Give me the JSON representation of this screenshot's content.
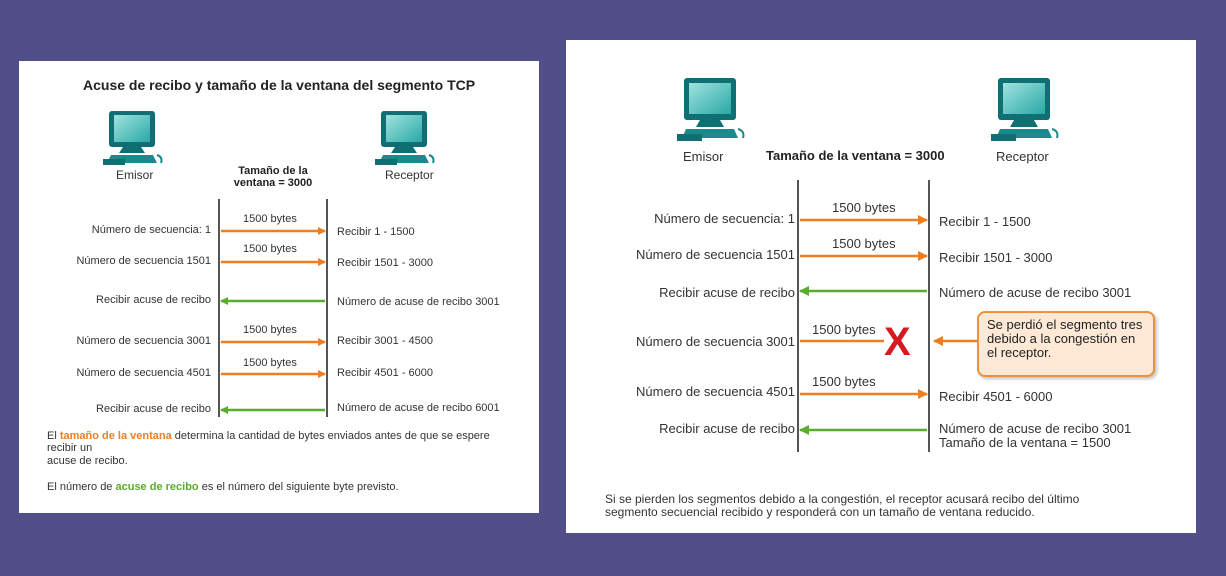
{
  "colors": {
    "background": "#524e8a",
    "send_arrow": "#f07d1e",
    "ack_arrow": "#5aac2d",
    "lost_x": "#d71920",
    "note_border": "#f0903a",
    "note_fill": "#fde9d6"
  },
  "left": {
    "title": "Acuse de recibo y tamaño de la ventana del segmento TCP",
    "sender_label": "Emisor",
    "receiver_label": "Receptor",
    "window_label_line1": "Tamaño de la",
    "window_label_line2": "ventana = 3000",
    "rows": [
      {
        "left": "Número de secuencia: 1",
        "bytes": "1500 bytes",
        "right": "Recibir 1 - 1500",
        "direction": "send"
      },
      {
        "left": "Número de secuencia 1501",
        "bytes": "1500 bytes",
        "right": "Recibir 1501 - 3000",
        "direction": "send"
      },
      {
        "left": "Recibir acuse de recibo",
        "bytes": "",
        "right": "Número de acuse de recibo 3001",
        "direction": "ack"
      },
      {
        "left": "Número de secuencia 3001",
        "bytes": "1500 bytes",
        "right": "Recibir 3001 - 4500",
        "direction": "send"
      },
      {
        "left": "Número de secuencia 4501",
        "bytes": "1500 bytes",
        "right": "Recibir 4501 - 6000",
        "direction": "send"
      },
      {
        "left": "Recibir acuse de recibo",
        "bytes": "",
        "right": "Número de acuse de recibo 6001",
        "direction": "ack"
      }
    ],
    "footer1_pre": "El ",
    "footer1_hl": "tamaño de la ventana",
    "footer1_post": " determina la cantidad de bytes enviados antes de que se espere",
    "footer1_line2": "recibir un",
    "footer1_line3": "acuse de recibo.",
    "footer2_pre": "El número de ",
    "footer2_hl": "acuse de recibo",
    "footer2_post": " es el número del siguiente byte previsto."
  },
  "right": {
    "sender_label": "Emisor",
    "receiver_label": "Receptor",
    "window_label": "Tamaño de la ventana = 3000",
    "rows": [
      {
        "left": "Número de secuencia: 1",
        "bytes": "1500 bytes",
        "right": "Recibir 1 - 1500",
        "direction": "send"
      },
      {
        "left": "Número de secuencia 1501",
        "bytes": "1500 bytes",
        "right": "Recibir 1501 - 3000",
        "direction": "send"
      },
      {
        "left": "Recibir acuse de recibo",
        "bytes": "",
        "right": "Número de acuse de recibo 3001",
        "direction": "ack"
      },
      {
        "left": "Número de secuencia 3001",
        "bytes": "1500 bytes",
        "right": "",
        "direction": "lost"
      },
      {
        "left": "Número de secuencia 4501",
        "bytes": "1500 bytes",
        "right": "Recibir 4501 - 6000",
        "direction": "send"
      },
      {
        "left": "Recibir acuse de recibo",
        "bytes": "",
        "right": "Número de acuse de recibo 3001",
        "right2": "Tamaño de la ventana = 1500",
        "direction": "ack"
      }
    ],
    "note": "Se perdió el segmento tres debido a la congestión en el receptor.",
    "lost_mark": "X",
    "footer_line1": "Si se pierden los segmentos debido a la congestión, el receptor acusará recibo del último",
    "footer_line2": "segmento secuencial recibido y responderá con un tamaño de ventana reducido."
  }
}
